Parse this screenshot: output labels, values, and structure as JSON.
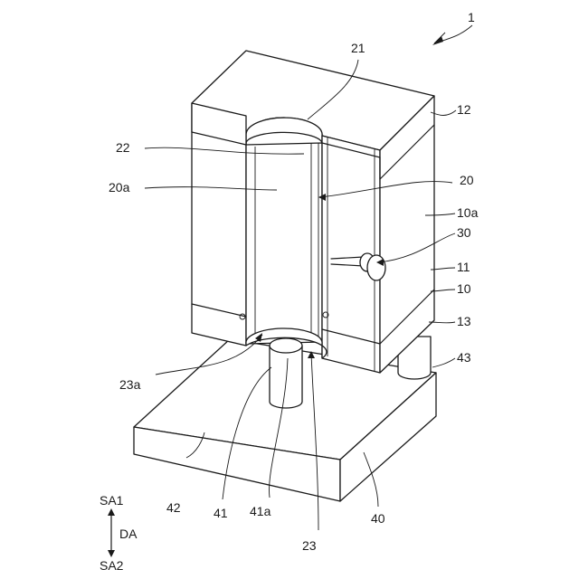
{
  "labels": {
    "fig_ref": "1",
    "bore_top": "21",
    "inner_surface": "22",
    "inner_face": "20a",
    "bore": "20",
    "top_part": "12",
    "side_face": "10a",
    "pin": "30",
    "block_body": "11",
    "block": "10",
    "bottom_part": "13",
    "post_right": "43",
    "bore_bottom": "23a",
    "base_face": "42",
    "post": "41",
    "post_tip": "41a",
    "bore_lower": "23",
    "base": "40"
  },
  "direction": {
    "up": "SA1",
    "axis": "DA",
    "down": "SA2"
  }
}
